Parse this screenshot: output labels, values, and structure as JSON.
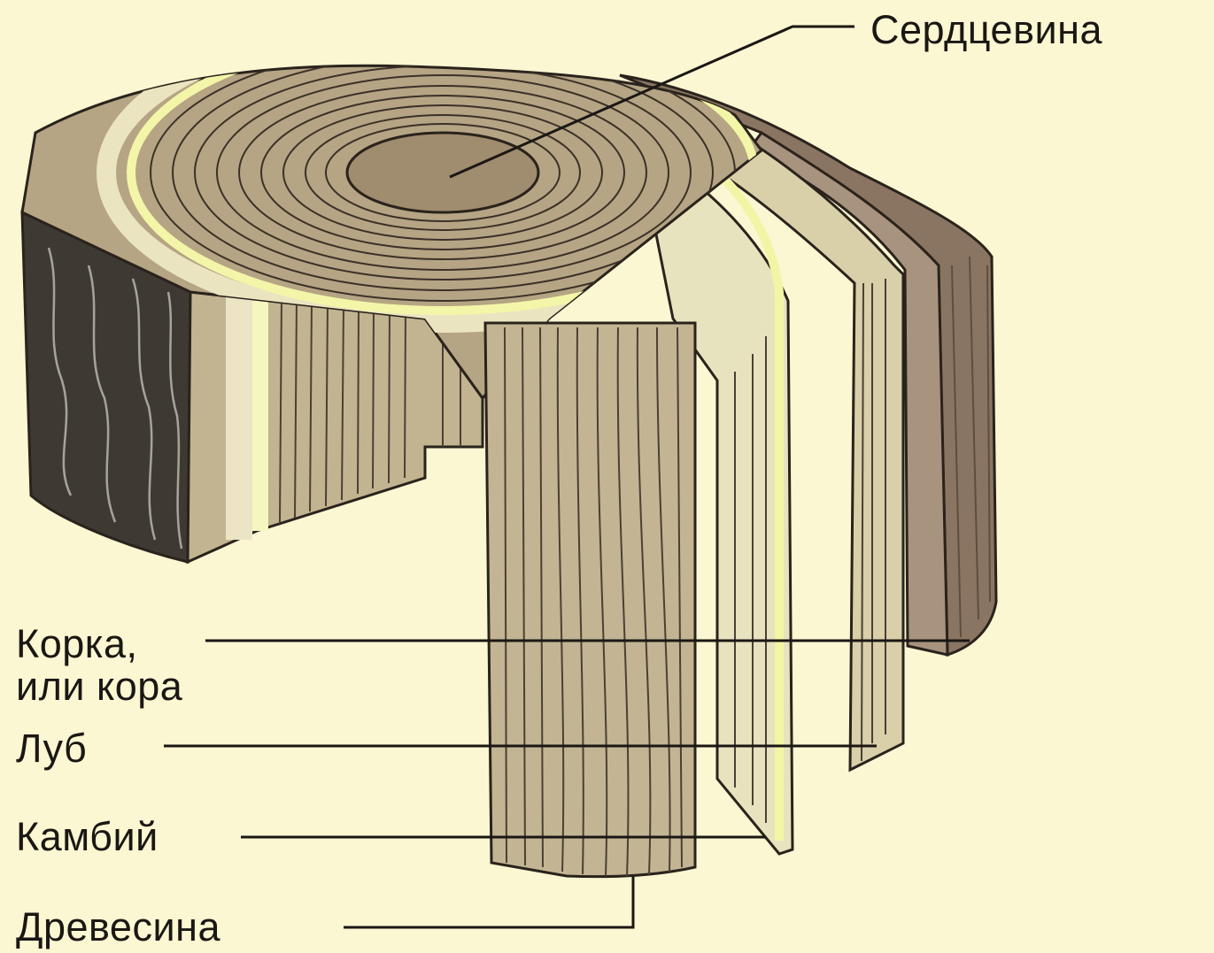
{
  "labels": {
    "pith": "Сердцевина",
    "bark_line1": "Корка,",
    "bark_line2": "или кора",
    "phloem": "Луб",
    "cambium": "Камбий",
    "wood": "Древесина"
  },
  "colors": {
    "background": "#fbf7d2",
    "bark": "#7d6a58",
    "bark_dark": "#3e3a33",
    "wood": "#b8a888",
    "phloem": "#ece7c9",
    "cambium": "#f3f6b4",
    "outline": "#2a231c"
  }
}
